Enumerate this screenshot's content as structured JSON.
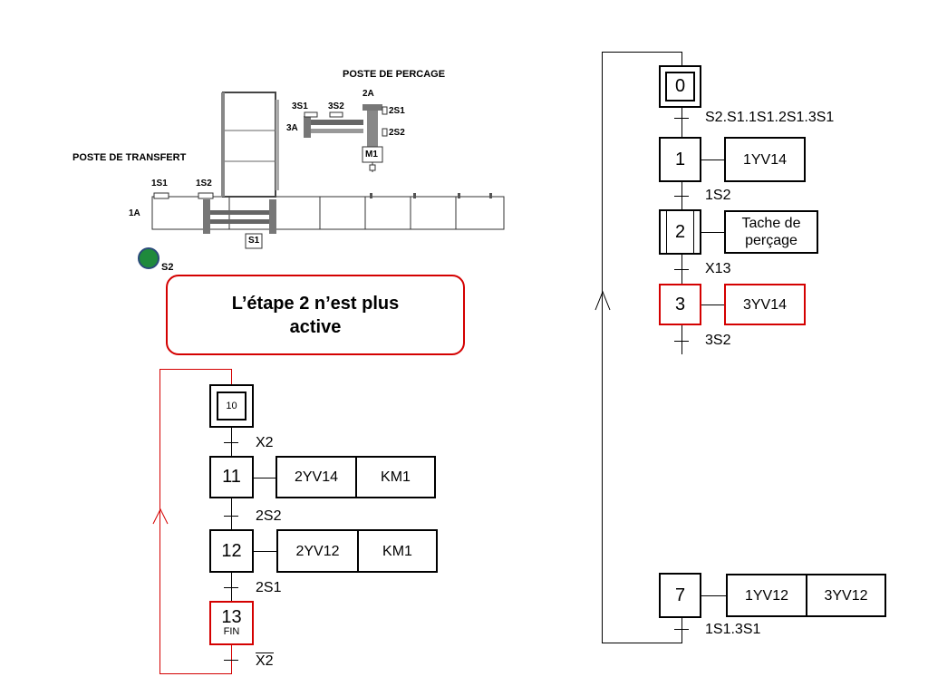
{
  "schematic": {
    "poste_percage": "POSTE DE PERCAGE",
    "poste_transfert": "POSTE DE TRANSFERT",
    "labels": {
      "s3s1": "3S1",
      "s3s2": "3S2",
      "s2a": "2A",
      "s3a": "3A",
      "s2s1": "2S1",
      "s2s2": "2S2",
      "m1": "M1",
      "s1s1": "1S1",
      "s1s2": "1S2",
      "s1a": "1A",
      "s1": "S1",
      "s2": "S2"
    },
    "sensor_color": "#1f8a3c"
  },
  "callout": {
    "text_line1": "L’étape 2 n’est plus",
    "text_line2": "active",
    "border_color": "#d40000"
  },
  "grafcet_main": {
    "steps": {
      "s0": "0",
      "s1": "1",
      "s2": "2",
      "s3": "3",
      "s7": "7"
    },
    "actions": {
      "a1": "1YV14",
      "a2_line1": "Tache de",
      "a2_line2": "perçage",
      "a3": "3YV14",
      "a7a": "1YV12",
      "a7b": "3YV12"
    },
    "transitions": {
      "t0": "S2.S1.1S1.2S1.3S1",
      "t1": "1S2",
      "t2": "X13",
      "t3": "3S2",
      "t7": "1S1.3S1"
    },
    "active_color": "#d40000"
  },
  "grafcet_sub": {
    "steps": {
      "s10": "10",
      "s11": "11",
      "s12": "12",
      "s13": "13",
      "s13_tag": "FIN"
    },
    "actions": {
      "a11a": "2YV14",
      "a11b": "KM1",
      "a12a": "2YV12",
      "a12b": "KM1"
    },
    "transitions": {
      "t10": "X2",
      "t11": "2S2",
      "t12": "2S1",
      "t13": "X2"
    },
    "loop_color": "#d40000"
  }
}
